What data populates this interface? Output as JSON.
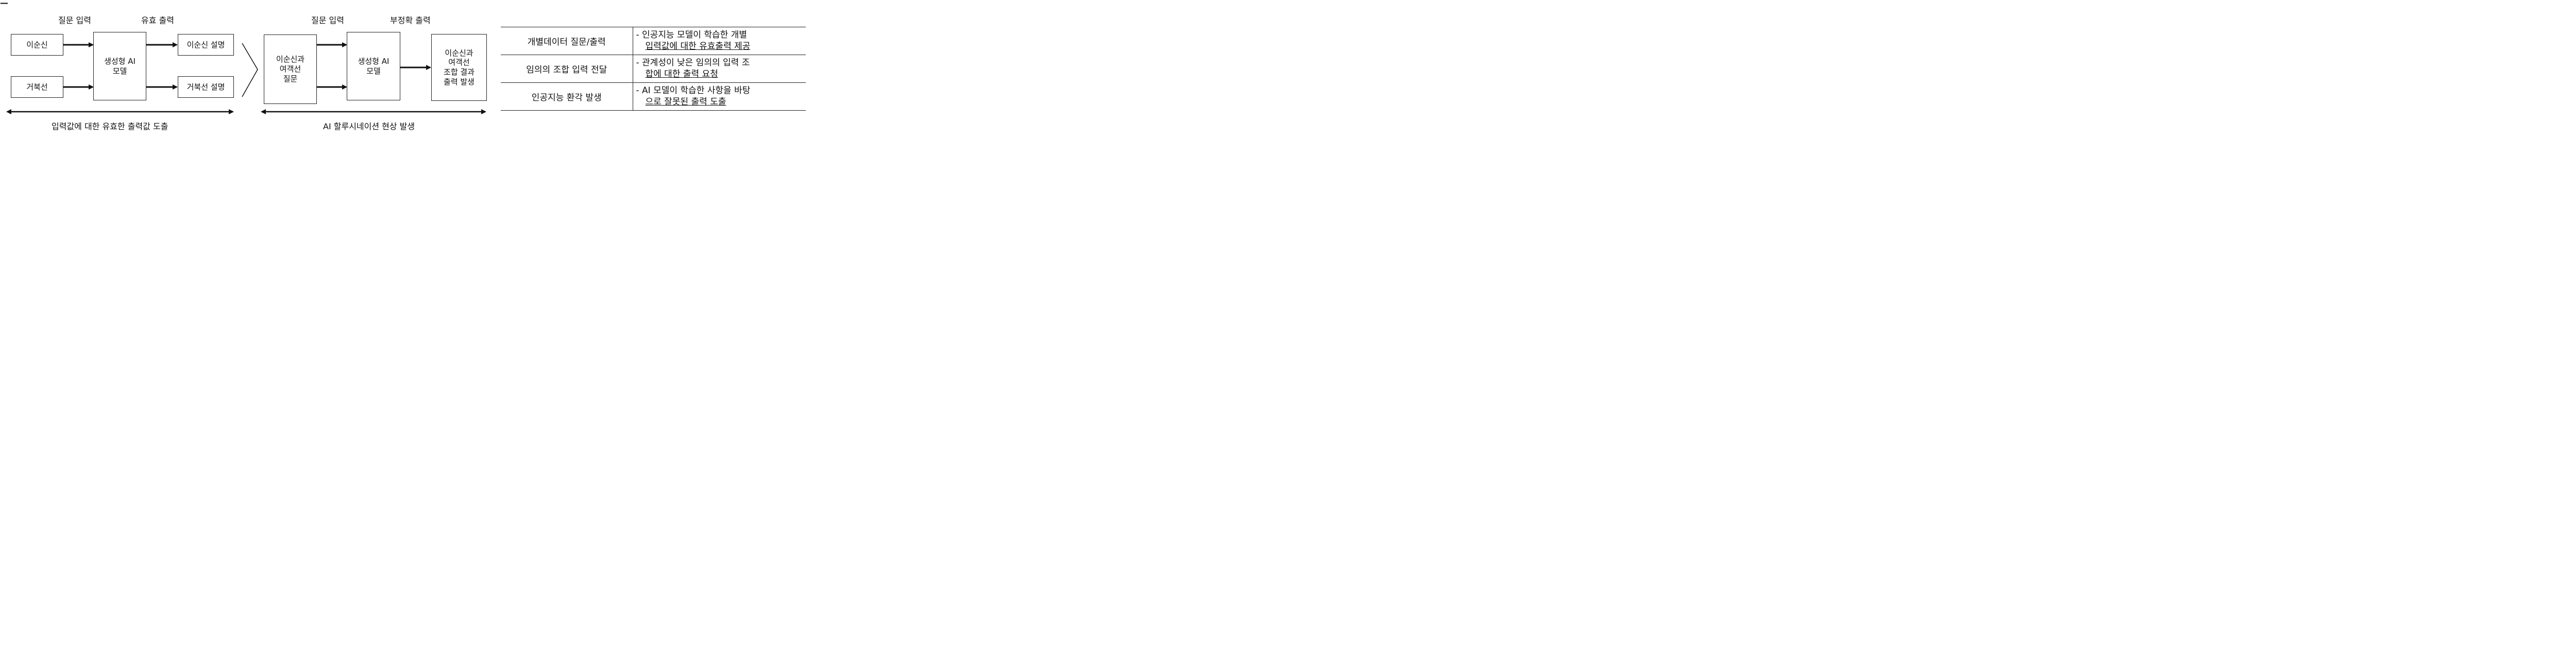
{
  "panel1": {
    "label_input": "질문 입력",
    "label_output": "유효 출력",
    "input_top": "이순신",
    "input_bottom": "거북선",
    "model": "생성형 AI\n모델",
    "output_top": "이순신 설명",
    "output_bottom": "거북선 설명",
    "caption": "입력값에 대한 유효한 출력값 도출"
  },
  "panel2": {
    "label_input": "질문 입력",
    "label_output": "부정확 출력",
    "input": "이순신과\n여객선\n질문",
    "model": "생성형 AI\n모델",
    "output": "이순신과\n여객선\n조합 결과\n출력 발생",
    "caption": "AI 할루시네이션 현상 발생"
  },
  "legend": [
    {
      "left": "개별데이터 질문/출력",
      "right1": "- 인공지능 모델이 학습한 개별",
      "right2": "입력값에 대한 유효출력 제공"
    },
    {
      "left": "임의의 조합 입력 전달",
      "right1": "- 관계성이 낮은 임의의 입력 조",
      "right2": "합에 대한 출력 요청"
    },
    {
      "left": "인공지능 환각 발생",
      "right1": "- AI 모델이 학습한 사항을 바탕",
      "right2": "으로 잘못된 출력 도출"
    }
  ]
}
